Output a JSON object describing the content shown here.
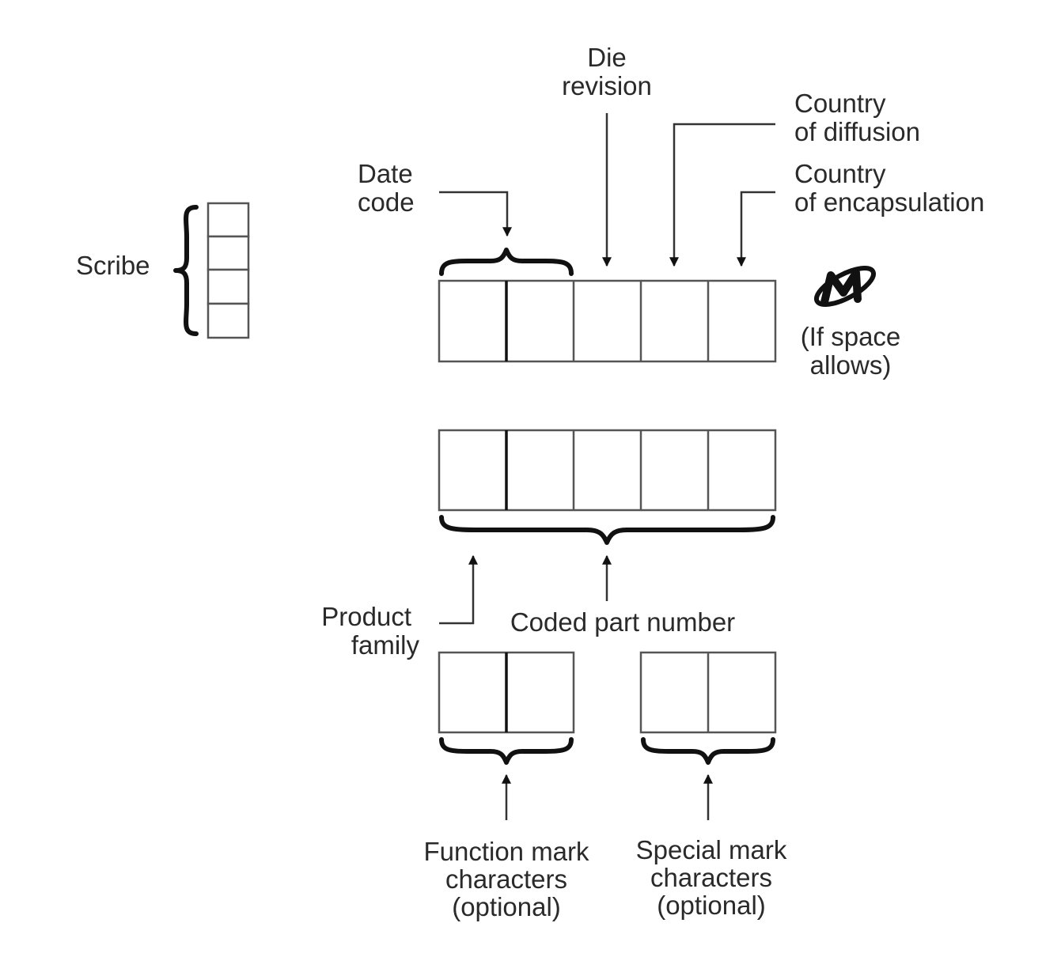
{
  "labels": {
    "scribe": "Scribe",
    "date_code": [
      "Date",
      "code"
    ],
    "die_revision": [
      "Die",
      "revision"
    ],
    "country_of_diffusion": [
      "Country",
      "of diffusion"
    ],
    "country_of_encapsulation": [
      "Country",
      "of encapsulation"
    ],
    "logo_note": [
      "(If space",
      "allows)"
    ],
    "product_family": [
      "Product",
      "family"
    ],
    "coded_part_number": "Coded part number",
    "function_mark": [
      "Function mark",
      "characters",
      "(optional)"
    ],
    "special_mark": [
      "Special mark",
      "characters",
      "(optional)"
    ]
  },
  "logo": {
    "icon": "micron-logo-icon"
  },
  "colors": {
    "ink": "#111111",
    "box_stroke": "#555555",
    "text": "#2a2a2a"
  }
}
